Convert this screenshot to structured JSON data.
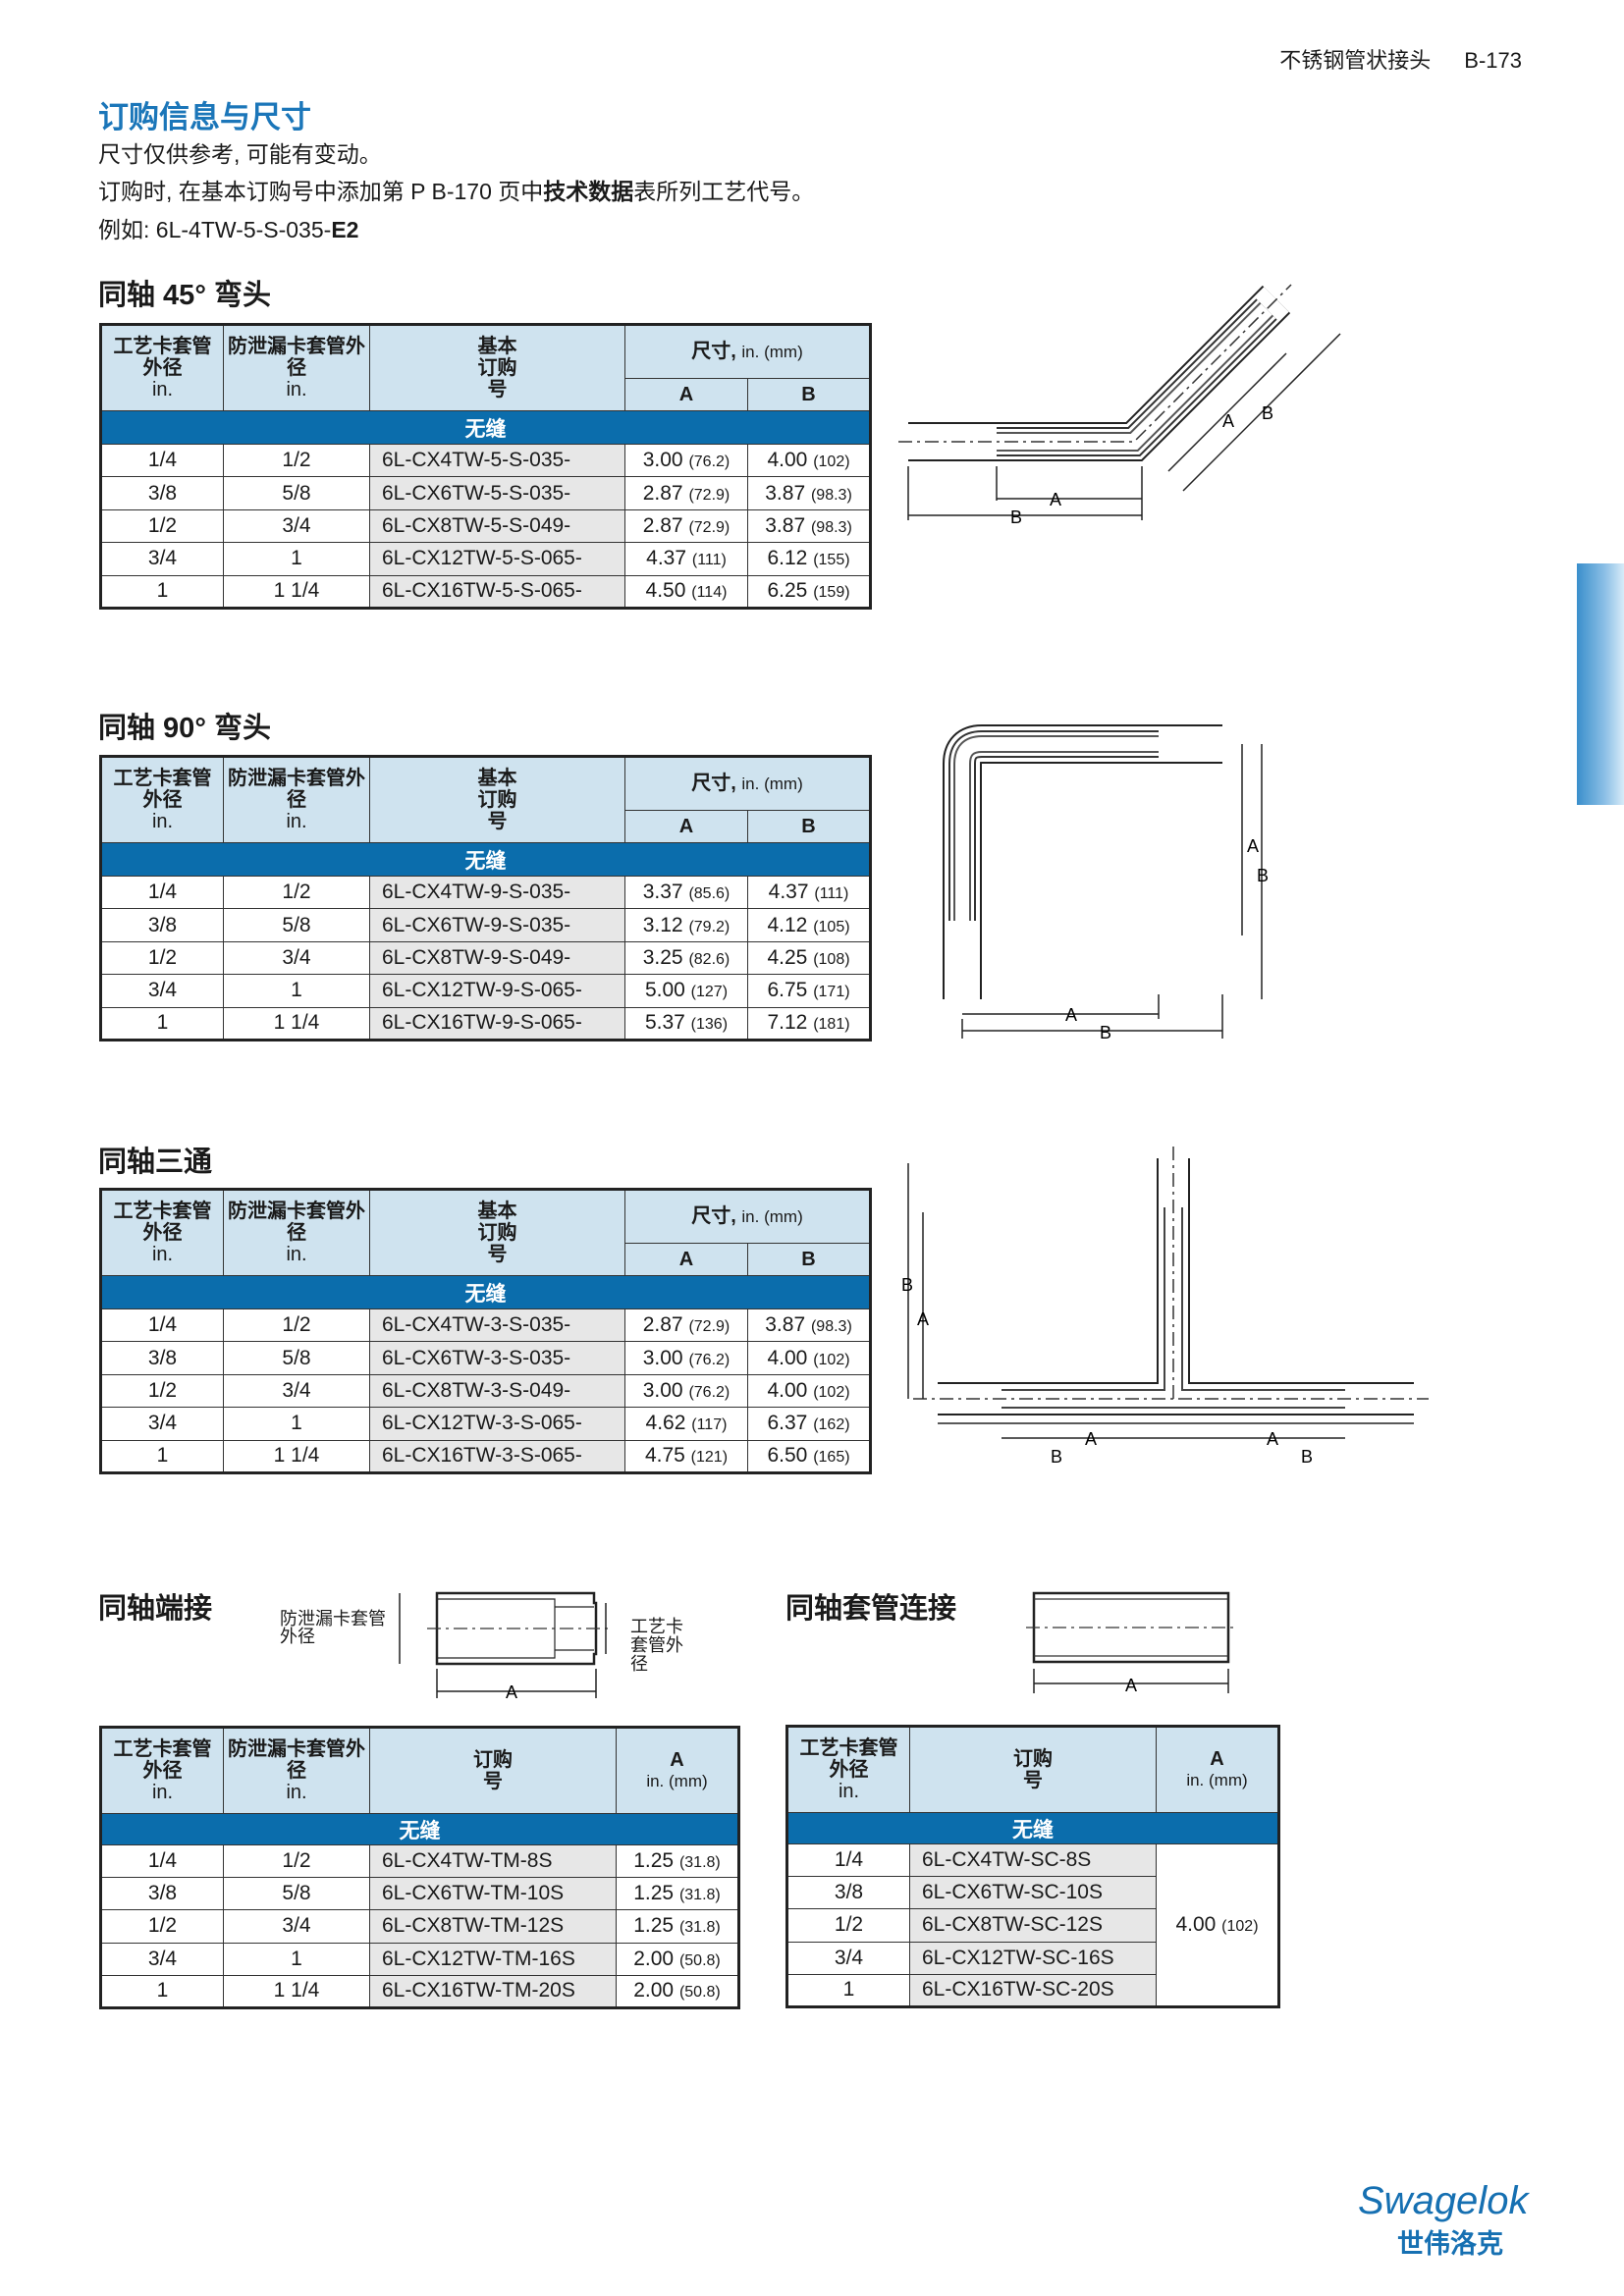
{
  "header": {
    "section": "不锈钢管状接头",
    "page": "B-173"
  },
  "intro": {
    "title": "订购信息与尺寸",
    "line1": "尺寸仅供参考, 可能有变动。",
    "line2_a": "订购时, 在基本订购号中添加第 P B-170 页中",
    "line2_b": "技术数据",
    "line2_c": "表所列工艺代号。",
    "line3_a": "例如: 6L-4TW-5-S-035-",
    "line3_b": "E2"
  },
  "labels": {
    "A": "A",
    "B": "B",
    "port_leak": "防泄漏卡套管外径",
    "port_proc": "工艺卡套管外径"
  },
  "tables": [
    {
      "title": "同轴 45° 弯头",
      "h1": "工艺卡套管外径",
      "h2": "防泄漏卡套管外径",
      "unit": "in.",
      "h3": "基本订购号",
      "dim": "尺寸,",
      "dimunit": "in. (mm)",
      "band": "无缝",
      "rows": [
        [
          "1/4",
          "1/2",
          "6L-CX4TW-5-S-035-",
          "3.00",
          "(76.2)",
          "4.00",
          "(102)"
        ],
        [
          "3/8",
          "5/8",
          "6L-CX6TW-5-S-035-",
          "2.87",
          "(72.9)",
          "3.87",
          "(98.3)"
        ],
        [
          "1/2",
          "3/4",
          "6L-CX8TW-5-S-049-",
          "2.87",
          "(72.9)",
          "3.87",
          "(98.3)"
        ],
        [
          "3/4",
          "1",
          "6L-CX12TW-5-S-065-",
          "4.37",
          "(111)",
          "6.12",
          "(155)"
        ],
        [
          "1",
          "1 1/4",
          "6L-CX16TW-5-S-065-",
          "4.50",
          "(114)",
          "6.25",
          "(159)"
        ]
      ]
    },
    {
      "title": "同轴 90° 弯头",
      "h1": "工艺卡套管外径",
      "h2": "防泄漏卡套管外径",
      "unit": "in.",
      "h3": "基本订购号",
      "dim": "尺寸,",
      "dimunit": "in. (mm)",
      "band": "无缝",
      "rows": [
        [
          "1/4",
          "1/2",
          "6L-CX4TW-9-S-035-",
          "3.37",
          "(85.6)",
          "4.37",
          "(111)"
        ],
        [
          "3/8",
          "5/8",
          "6L-CX6TW-9-S-035-",
          "3.12",
          "(79.2)",
          "4.12",
          "(105)"
        ],
        [
          "1/2",
          "3/4",
          "6L-CX8TW-9-S-049-",
          "3.25",
          "(82.6)",
          "4.25",
          "(108)"
        ],
        [
          "3/4",
          "1",
          "6L-CX12TW-9-S-065-",
          "5.00",
          "(127)",
          "6.75",
          "(171)"
        ],
        [
          "1",
          "1 1/4",
          "6L-CX16TW-9-S-065-",
          "5.37",
          "(136)",
          "7.12",
          "(181)"
        ]
      ]
    },
    {
      "title": "同轴三通",
      "h1": "工艺卡套管外径",
      "h2": "防泄漏卡套管外径",
      "unit": "in.",
      "h3": "基本订购号",
      "dim": "尺寸,",
      "dimunit": "in. (mm)",
      "band": "无缝",
      "rows": [
        [
          "1/4",
          "1/2",
          "6L-CX4TW-3-S-035-",
          "2.87",
          "(72.9)",
          "3.87",
          "(98.3)"
        ],
        [
          "3/8",
          "5/8",
          "6L-CX6TW-3-S-035-",
          "3.00",
          "(76.2)",
          "4.00",
          "(102)"
        ],
        [
          "1/2",
          "3/4",
          "6L-CX8TW-3-S-049-",
          "3.00",
          "(76.2)",
          "4.00",
          "(102)"
        ],
        [
          "3/4",
          "1",
          "6L-CX12TW-3-S-065-",
          "4.62",
          "(117)",
          "6.37",
          "(162)"
        ],
        [
          "1",
          "1 1/4",
          "6L-CX16TW-3-S-065-",
          "4.75",
          "(121)",
          "6.50",
          "(165)"
        ]
      ]
    },
    {
      "title": "同轴端接",
      "h1": "工艺卡套管外径",
      "h2": "防泄漏卡套管外径",
      "unit": "in.",
      "h3": "订购号",
      "dim": "A",
      "dimunit": "in. (mm)",
      "band": "无缝",
      "rows": [
        [
          "1/4",
          "1/2",
          "6L-CX4TW-TM-8S",
          "1.25",
          "(31.8)"
        ],
        [
          "3/8",
          "5/8",
          "6L-CX6TW-TM-10S",
          "1.25",
          "(31.8)"
        ],
        [
          "1/2",
          "3/4",
          "6L-CX8TW-TM-12S",
          "1.25",
          "(31.8)"
        ],
        [
          "3/4",
          "1",
          "6L-CX12TW-TM-16S",
          "2.00",
          "(50.8)"
        ],
        [
          "1",
          "1 1/4",
          "6L-CX16TW-TM-20S",
          "2.00",
          "(50.8)"
        ]
      ]
    },
    {
      "title": "同轴套管连接",
      "h1": "工艺卡套管外径",
      "unit": "in.",
      "h3": "订购号",
      "dim": "A",
      "dimunit": "in. (mm)",
      "band": "无缝",
      "rows": [
        [
          "1/4",
          "6L-CX4TW-SC-8S"
        ],
        [
          "3/8",
          "6L-CX6TW-SC-10S"
        ],
        [
          "1/2",
          "6L-CX8TW-SC-12S"
        ],
        [
          "3/4",
          "6L-CX12TW-SC-16S"
        ],
        [
          "1",
          "6L-CX16TW-SC-20S"
        ]
      ],
      "shared_in": "4.00",
      "shared_mm": "(102)"
    }
  ],
  "logo": {
    "brand": "Swagelok",
    "brand_cn": "世伟洛克"
  },
  "colors": {
    "accent": "#1b76b9",
    "band": "#0b6dac",
    "header_bg": "#cfe3ef",
    "code_bg": "#e7e7e7"
  }
}
